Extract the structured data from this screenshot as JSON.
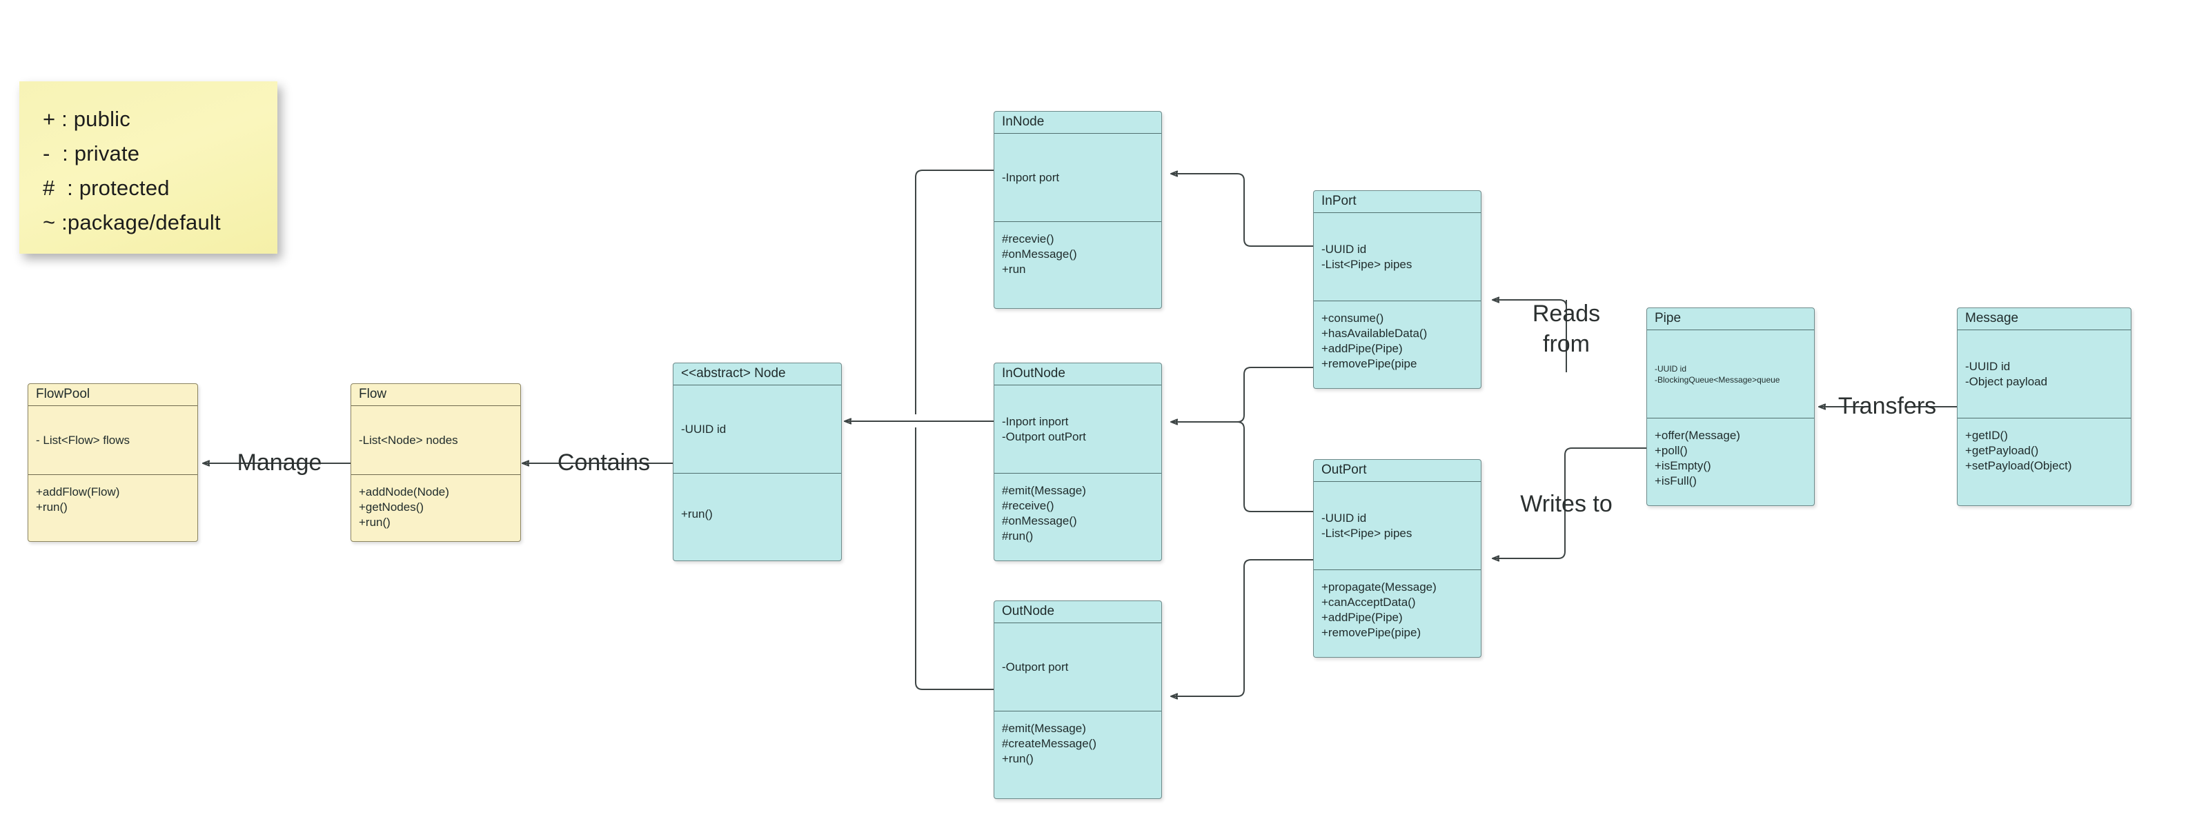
{
  "diagram": {
    "type": "uml-class-diagram",
    "background_color": "#ffffff",
    "class_fill_cyan": "#bfeaea",
    "class_fill_amber": "#faf2c8",
    "note_fill": "#f7f3b6",
    "line_color": "#3d4444"
  },
  "legend_note": {
    "lines": [
      "+ : public",
      "-  : private",
      "#  : protected",
      "~ :package/default"
    ]
  },
  "classes": [
    {
      "key": "flowpool",
      "name": "FlowPool",
      "attributes": [
        "- List<Flow> flows"
      ],
      "operations": [
        "+addFlow(Flow)",
        "+run()"
      ]
    },
    {
      "key": "flow",
      "name": "Flow",
      "attributes": [
        "-List<Node> nodes"
      ],
      "operations": [
        "+addNode(Node)",
        "+getNodes()",
        "+run()"
      ]
    },
    {
      "key": "node",
      "name": "<<abstract> Node",
      "attributes": [
        "-UUID id"
      ],
      "operations": [
        "+run()"
      ]
    },
    {
      "key": "innode",
      "name": "InNode",
      "attributes": [
        "-Inport port"
      ],
      "operations": [
        "#recevie()",
        "#onMessage()",
        "+run"
      ]
    },
    {
      "key": "inoutnode",
      "name": "InOutNode",
      "attributes": [
        "-Inport inport",
        "-Outport outPort"
      ],
      "operations": [
        "#emit(Message)",
        "#receive()",
        "#onMessage()",
        "#run()"
      ]
    },
    {
      "key": "outnode",
      "name": "OutNode",
      "attributes": [
        "-Outport port"
      ],
      "operations": [
        "#emit(Message)",
        "#createMessage()",
        "+run()"
      ]
    },
    {
      "key": "inport",
      "name": "InPort",
      "attributes": [
        "-UUID id",
        "-List<Pipe> pipes"
      ],
      "operations": [
        "+consume()",
        "+hasAvailableData()",
        "+addPipe(Pipe)",
        "+removePipe(pipe"
      ]
    },
    {
      "key": "outport",
      "name": "OutPort",
      "attributes": [
        "-UUID id",
        "-List<Pipe> pipes"
      ],
      "operations": [
        "+propagate(Message)",
        "+canAcceptData()",
        "+addPipe(Pipe)",
        "+removePipe(pipe)"
      ]
    },
    {
      "key": "pipe",
      "name": "Pipe",
      "attributes": [
        "-UUID id",
        "-BlockingQueue<Message>queue"
      ],
      "operations": [
        "+offer(Message)",
        "+poll()",
        "+isEmpty()",
        "+isFull()"
      ]
    },
    {
      "key": "message",
      "name": "Message",
      "attributes": [
        "-UUID id",
        "-Object payload"
      ],
      "operations": [
        "+getID()",
        "+getPayload()",
        "+setPayload(Object)"
      ]
    }
  ],
  "edge_labels": {
    "manage": "Manage",
    "contains": "Contains",
    "reads_from_line1": "Reads",
    "reads_from_line2": "from",
    "writes_to": "Writes to",
    "transfers": "Transfers"
  }
}
